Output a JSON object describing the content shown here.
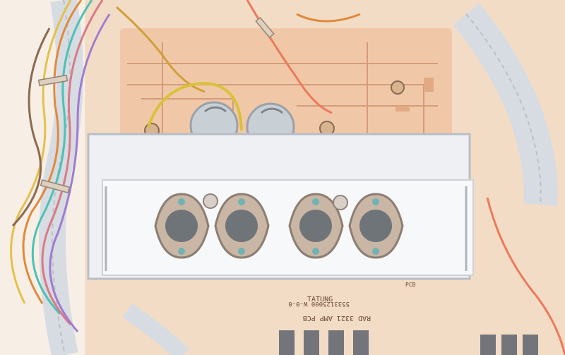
{
  "photo": {
    "subject": "amplifier-pcb-with-power-transistors",
    "colors": {
      "background": "#f7efe6",
      "board": "#f0c8a8",
      "board_dark": "#e2a985",
      "trace": "#c98a66",
      "heatsink": "#eef0f3",
      "heatsink_edge": "#b9bec6",
      "transistor_body": "#c9b6a4",
      "transistor_core": "#6f7478",
      "capacitor": "#c8d0d6",
      "ribbon": "#d7dbe2"
    },
    "pcb_labels": {
      "brand": "TATUNG",
      "part_number": "RAD 3321 AMP PCB",
      "code": "5533125000 W-0-0",
      "small": "PCB"
    },
    "transistor_count": 4,
    "capacitor_count": 2
  }
}
